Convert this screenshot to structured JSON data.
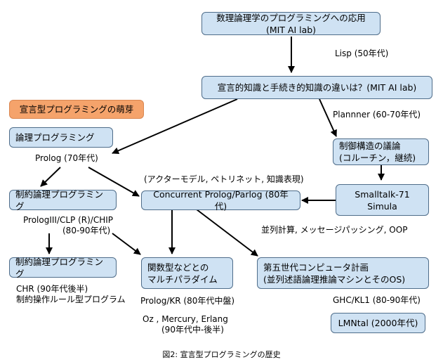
{
  "nodes": {
    "mit_ai_lab": "数理論理学のプログラミングへの応用 (MIT AI lab)",
    "declarative_vs_procedural": "宣言的知識と手続き的知識の違いは？(MIT AI lab)",
    "declarative_programming_origin": "宣言型プログラミングの萌芽",
    "logic_programming": "論理プログラミング",
    "control_structure_line1": "制御構造の議論",
    "control_structure_line2": "(コルーチン，継続)",
    "constraint_logic_1": "制約論理プログラミング",
    "concurrent_prolog": "Concurrent Prolog/Parlog (80年代)",
    "smalltalk_simula": "Smalltalk-71 Simula",
    "constraint_logic_2": "制約論理プログラミング",
    "functional_multi_line1": "関数型などとの",
    "functional_multi_line2": "マルチパラダイム",
    "fifth_gen_line1": "第五世代コンピュータ計画",
    "fifth_gen_line2": "(並列述語論理推論マシンとそのOS)",
    "lmntal": "LMNtal (2000年代)"
  },
  "labels": {
    "lisp": "Lisp (50年代)",
    "planner": "Plannner (60-70年代)",
    "prolog": "Prolog (70年代)",
    "actor_petri": "(アクターモデル, ペトリネット, 知識表現)",
    "prolog3_line1": "PrologIII/CLP (R)/CHIP",
    "prolog3_line2": "(80-90年代)",
    "concurrency_oop": "並列計算, メッセージパッシング, OOP",
    "chr_line1": "CHR (90年代後半)",
    "chr_line2": "制約操作ルール型プログラム",
    "prolog_kr": "Prolog/KR (80年代中盤)",
    "oz_line1": "Oz , Mercury, Erlang",
    "oz_line2": "(90年代中-後半)",
    "ghc_kl1": "GHC/KL1 (80-90年代)"
  },
  "caption": "図2: 宣言型プログラミングの歴史",
  "colors": {
    "node_fill": "#cfe2f3",
    "node_border": "#4f6d8a",
    "highlight_fill": "#f5a36b",
    "arrow": "#000000"
  }
}
